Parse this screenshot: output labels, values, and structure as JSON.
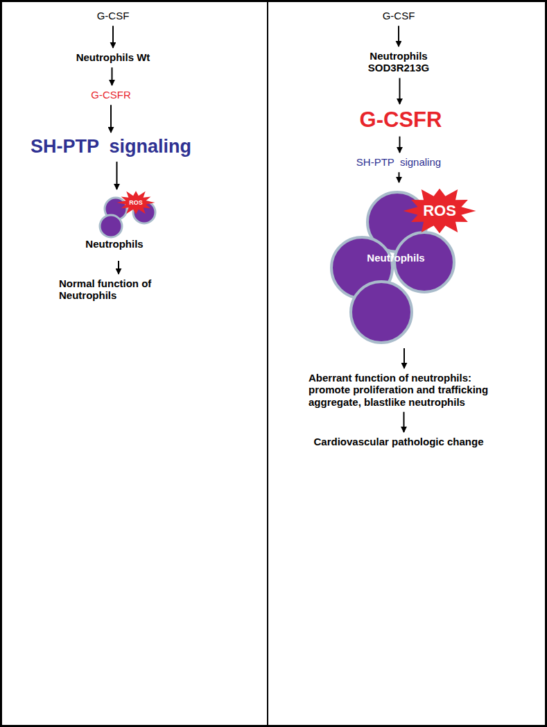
{
  "diagram": {
    "nodes": [
      {
        "text": [
          "G-CSF"
        ]
      },
      {
        "text": [
          "Neutrophils Wt"
        ]
      },
      {
        "text": [
          "G-CSFR"
        ]
      },
      {
        "text": [
          "SH-PTP  signaling"
        ]
      },
      {
        "text": [
          "ROS",
          "Neutrophils"
        ]
      },
      {
        "text": [
          "Normal function of Neutrophils"
        ]
      },
      {
        "text": [
          "G-CSF"
        ]
      },
      {
        "text": [
          "Neutrophils SOD3R213G"
        ]
      },
      {
        "text": [
          "G-CSFR"
        ]
      },
      {
        "text": [
          "SH-PTP  signaling"
        ]
      },
      {
        "text": [
          "ROS",
          "Neutrophils"
        ]
      },
      {
        "text": [
          "Aberrant function of neutrophils: promote proliferation and trafficking aggregate, blastlike neutrophils"
        ]
      },
      {
        "text": [
          "Cardiovascular pathologic change"
        ]
      }
    ],
    "edges": [
      {
        "from": 0,
        "to": 1,
        "arrow": "to"
      },
      {
        "from": 1,
        "to": 2,
        "arrow": "to"
      },
      {
        "from": 2,
        "to": 3,
        "arrow": "to"
      },
      {
        "from": 3,
        "to": 4,
        "arrow": "to"
      },
      {
        "from": 4,
        "to": 5,
        "arrow": "to"
      },
      {
        "from": 6,
        "to": 7,
        "arrow": "to"
      },
      {
        "from": 7,
        "to": 8,
        "arrow": "to"
      },
      {
        "from": 8,
        "to": 9,
        "arrow": "to"
      },
      {
        "from": 9,
        "to": 10,
        "arrow": "to"
      },
      {
        "from": 10,
        "to": 11,
        "arrow": "to"
      },
      {
        "from": 11,
        "to": 12,
        "arrow": "to"
      }
    ]
  }
}
